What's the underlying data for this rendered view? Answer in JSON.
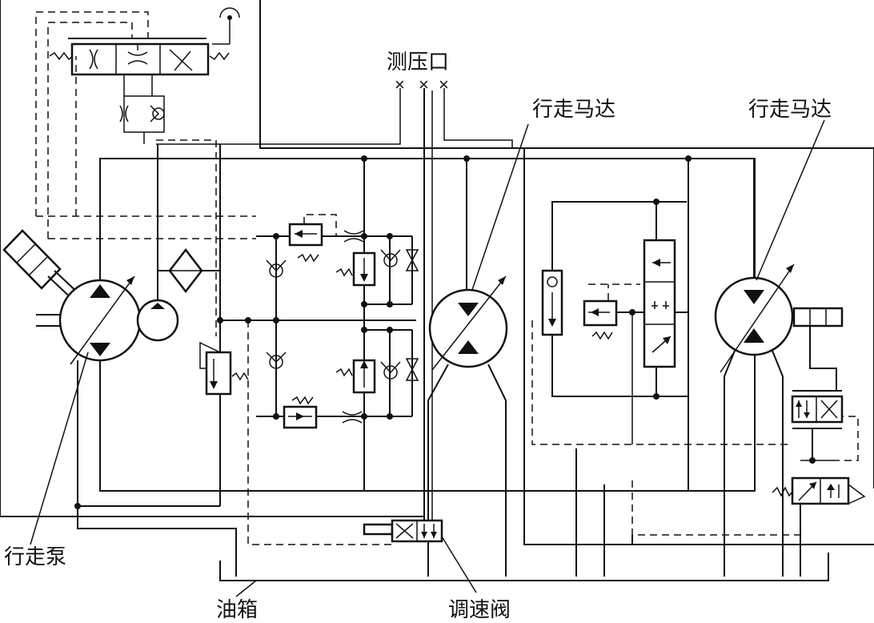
{
  "labels": {
    "pressure_port": "测压口",
    "travel_motor_left": "行走马达",
    "travel_motor_right": "行走马达",
    "travel_pump": "行走泵",
    "oil_tank": "油箱",
    "speed_valve": "调速阀"
  },
  "pressure_port_marks": [
    "×",
    "×",
    "×"
  ]
}
